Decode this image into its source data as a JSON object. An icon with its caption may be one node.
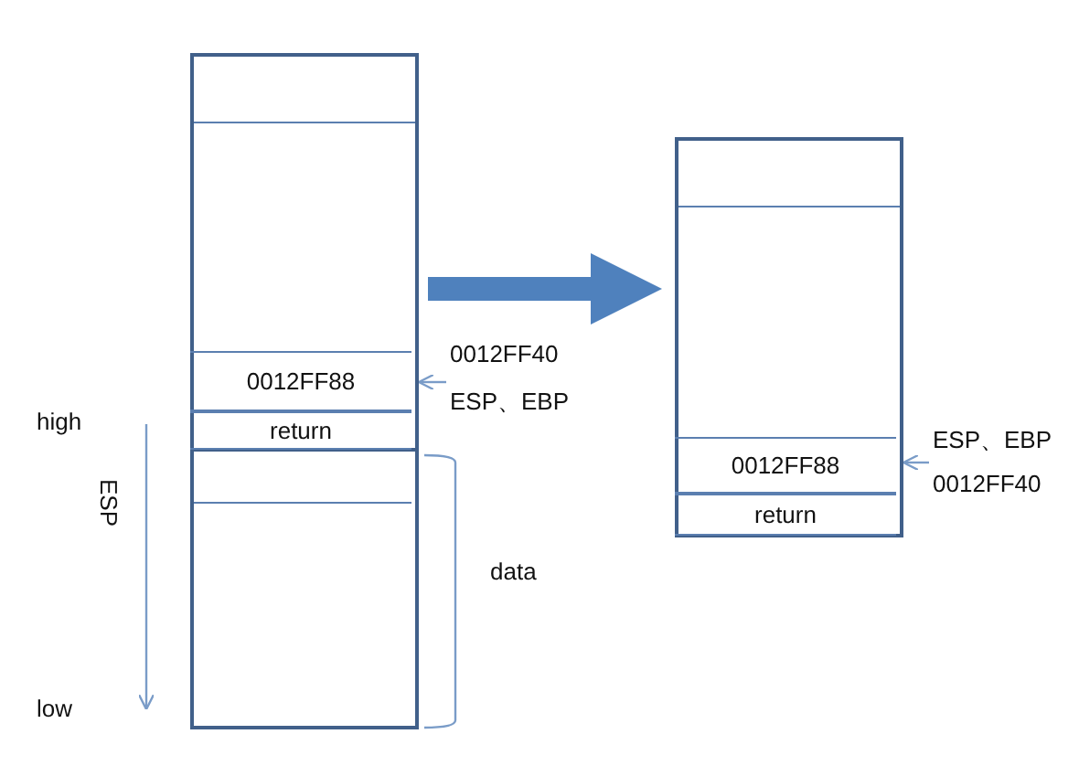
{
  "diagram": {
    "nodes": [
      {
        "text": [],
        "shape": "box"
      },
      {
        "text": [
          "0012FF88"
        ],
        "in": 0
      },
      {
        "text": [
          "return"
        ],
        "in": 0
      },
      {
        "text": [],
        "shape": "box"
      },
      {
        "text": [
          "0012FF88"
        ],
        "in": 3
      },
      {
        "text": [
          "return"
        ],
        "in": 3
      },
      {
        "text": [
          "0012FF40",
          "ESP、EBP"
        ]
      },
      {
        "text": [
          "ESP、EBP",
          "0012FF40"
        ]
      }
    ],
    "edges": [
      {
        "from": 0,
        "to": 3,
        "arrow": "to",
        "style": "thick"
      },
      {
        "from": 6,
        "to": 1,
        "arrow": "to"
      },
      {
        "from": 7,
        "to": 4,
        "arrow": "to"
      }
    ],
    "labels": [
      "high",
      "ESP",
      "low",
      "data"
    ]
  }
}
